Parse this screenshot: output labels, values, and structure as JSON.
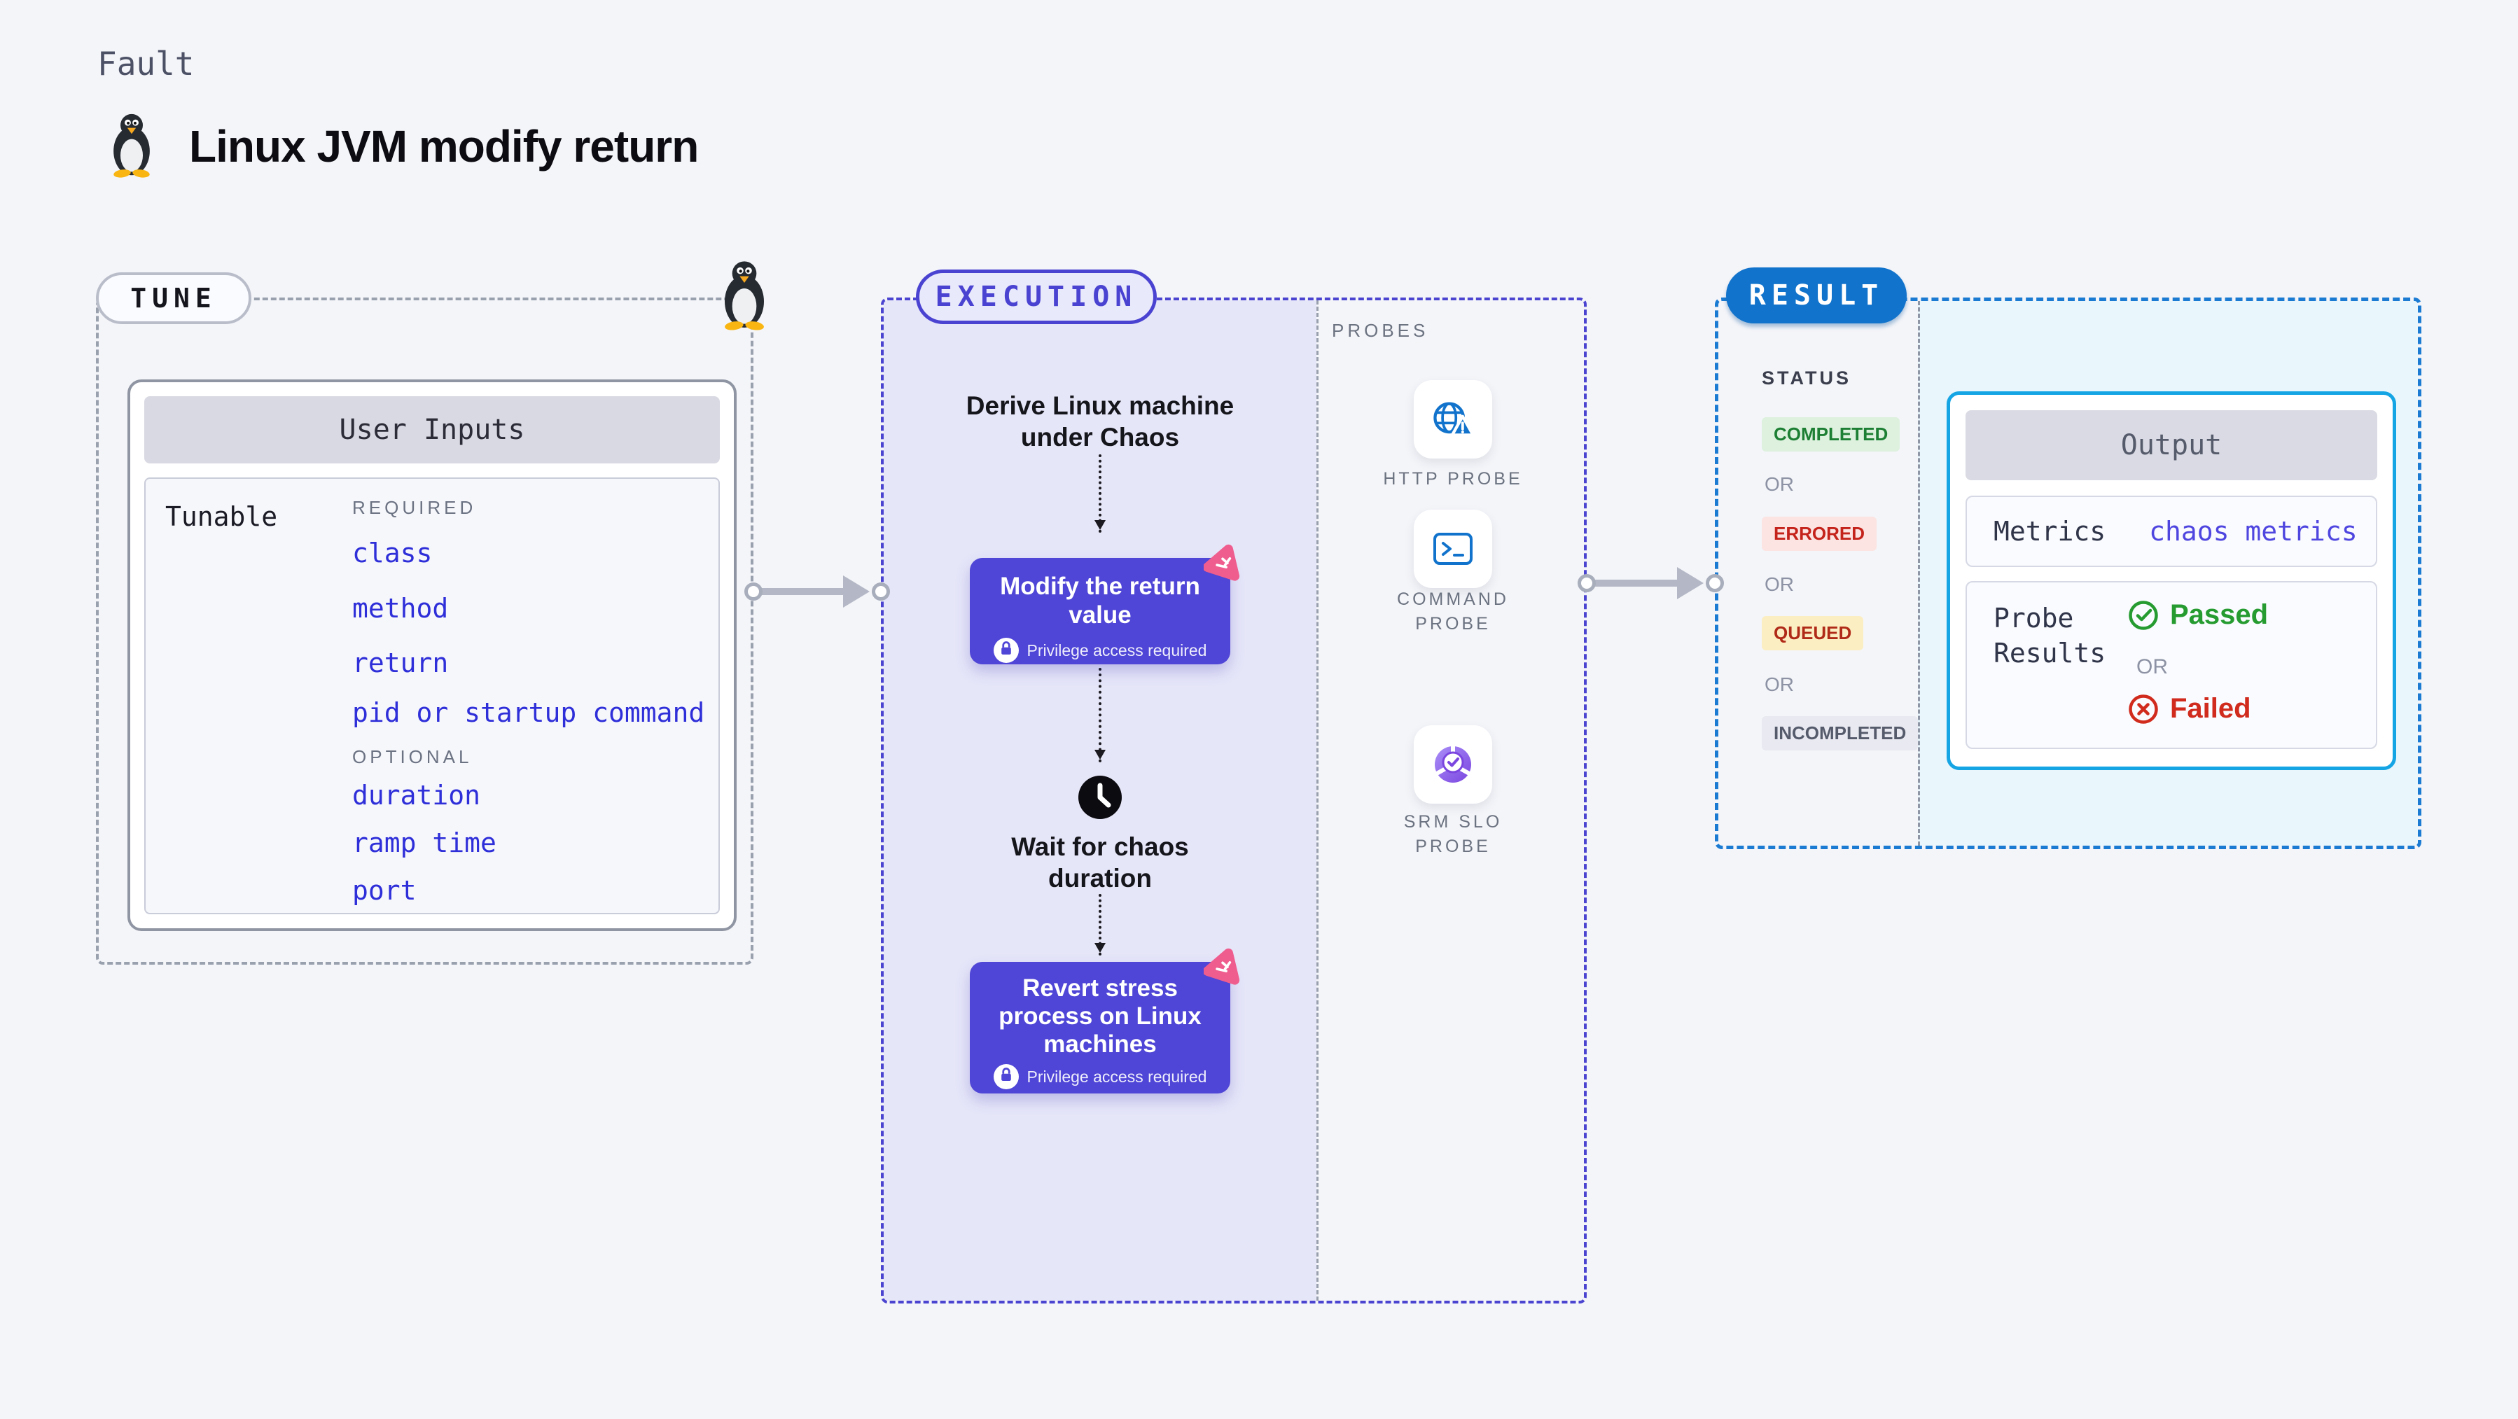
{
  "page": {
    "fault_label": "Fault",
    "title": "Linux JVM modify return"
  },
  "tune": {
    "pill": "TUNE",
    "user_inputs_title": "User Inputs",
    "tunable_label": "Tunable",
    "required_label": "REQUIRED",
    "required_items": [
      "class",
      "method",
      "return",
      "pid or startup command"
    ],
    "optional_label": "OPTIONAL",
    "optional_items": [
      "duration",
      "ramp time",
      "port"
    ]
  },
  "execution": {
    "pill": "EXECUTION",
    "derive_text": "Derive Linux machine under Chaos",
    "node1_title": "Modify the return value",
    "privilege_badge": "Privilege access required",
    "wait_text": "Wait for chaos duration",
    "node2_title": "Revert stress process on Linux machines"
  },
  "probes": {
    "label": "PROBES",
    "items": [
      "HTTP PROBE",
      "COMMAND PROBE",
      "SRM SLO PROBE"
    ]
  },
  "result": {
    "pill": "RESULT",
    "status_label": "STATUS",
    "or_label": "OR",
    "badges": {
      "completed": "COMPLETED",
      "errored": "ERRORED",
      "queued": "QUEUED",
      "incompleted": "INCOMPLETED"
    },
    "output": {
      "title": "Output",
      "metrics_label": "Metrics",
      "metrics_value": "chaos metrics",
      "probe_results_label": "Probe Results",
      "passed": "Passed",
      "or": "OR",
      "failed": "Failed"
    }
  },
  "colors": {
    "node_purple": "#4f45d6",
    "chaos_pink": "#ef5d8e",
    "execution_border": "#4b44d0",
    "result_border": "#1b7bd3",
    "result_blue": "#1173cb",
    "probe_icon_blue": "#1273cc",
    "passed_green": "#259b30",
    "failed_red": "#d02b1d",
    "link_blue": "#2f2fd9"
  }
}
